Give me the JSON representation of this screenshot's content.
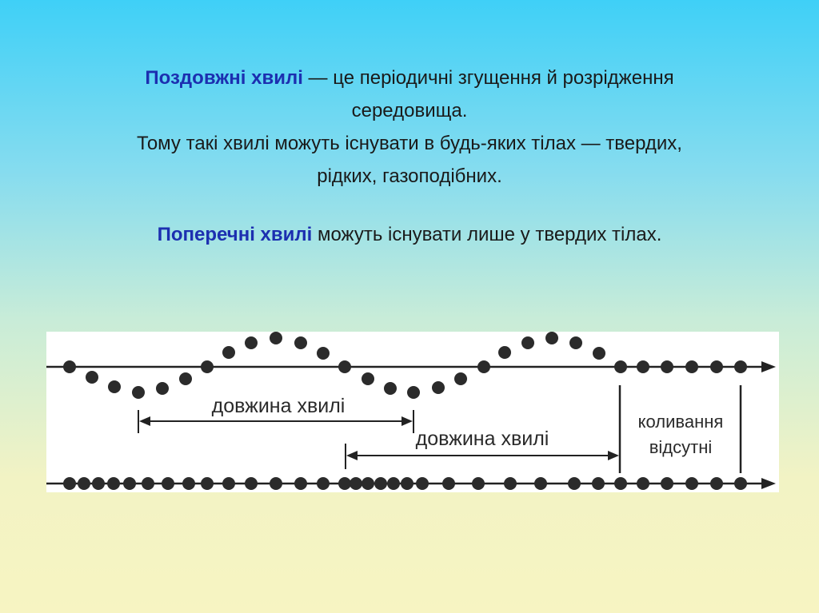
{
  "intro": {
    "term_longitudinal": "Поздовжні хвилі",
    "line1_rest": " — це періодичні згущення й розрідження",
    "line2": "середовища.",
    "line3": "Тому такі хвилі можуть існувати в будь-яких тілах — твердих,",
    "line4": "рідких, газоподібних."
  },
  "transverse": {
    "term_transverse": "Поперечні хвилі",
    "rest": " можуть існувати лише у твердих тілах."
  },
  "diagram": {
    "label_wavelength_top": "довжина хвилі",
    "label_wavelength_bottom": "довжина хвилі",
    "label_no_oscillation_line1": "коливання",
    "label_no_oscillation_line2": "відсутні",
    "dot_color": "#2b2b2b"
  }
}
